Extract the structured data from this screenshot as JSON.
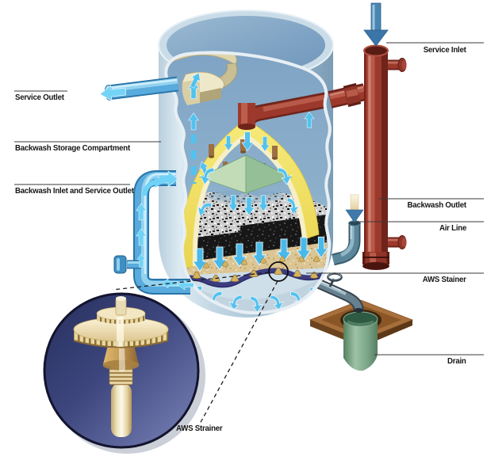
{
  "figure": {
    "kind": "cutaway-technical-illustration",
    "subject": "Backwash filter tank with AWS strainer detail inset"
  },
  "labels": {
    "left": [
      {
        "id": "service-outlet",
        "text": "Service Outlet"
      },
      {
        "id": "backwash-storage-compartment",
        "text": "Backwash Storage Compartment"
      },
      {
        "id": "backwash-inlet-and-service-outlet",
        "text": "Backwash Inlet and Service Outlet"
      }
    ],
    "right": [
      {
        "id": "service-inlet",
        "text": "Service Inlet"
      },
      {
        "id": "backwash-outlet",
        "text": "Backwash Outlet"
      },
      {
        "id": "air-line",
        "text": "Air Line"
      },
      {
        "id": "aws-stainer",
        "text": "AWS Stainer"
      },
      {
        "id": "drain",
        "text": "Drain"
      }
    ],
    "inset": {
      "id": "aws-strainer-inset",
      "text": "AWS Strainer"
    }
  },
  "colors": {
    "tank_wall": "#a9c4d6",
    "tank_interior": "#7fa3c4",
    "dome_yellow": "#f2e267",
    "dome_inner_cream": "#f6efc9",
    "media_black": "#171717",
    "sand": "#dcc594",
    "strainer_plate_purple": "#3c3c82",
    "pipe_blue": "#58abdc",
    "pipe_red": "#9c392c",
    "flow_arrow_cyan": "#52c2ee",
    "inlet_arrow_steel_blue": "#4a86b4",
    "air_pipe": "#5b8699",
    "steel_pipe": "#66808f",
    "drain_pan_brown": "#a76f3c",
    "drain_pipe_green": "#7ca687",
    "inset_background": "#3d477e",
    "brass": "#d9c084"
  }
}
